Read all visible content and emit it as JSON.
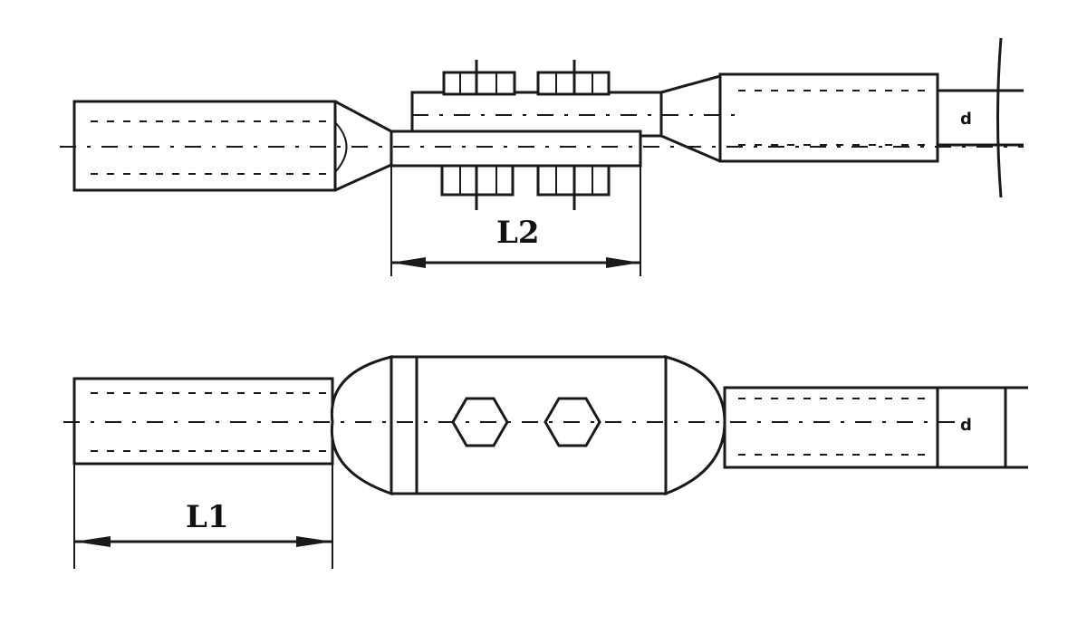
{
  "dimensions": {
    "top_length_label": "L2",
    "bottom_length_label": "L1"
  },
  "end_markers": {
    "top": "d",
    "bottom": "d"
  },
  "colors": {
    "ink": "#1a1a1a",
    "background": "#ffffff"
  },
  "icons": {
    "arrow": "arrow-icon",
    "hex_bolt": "hex-bolt-icon"
  }
}
